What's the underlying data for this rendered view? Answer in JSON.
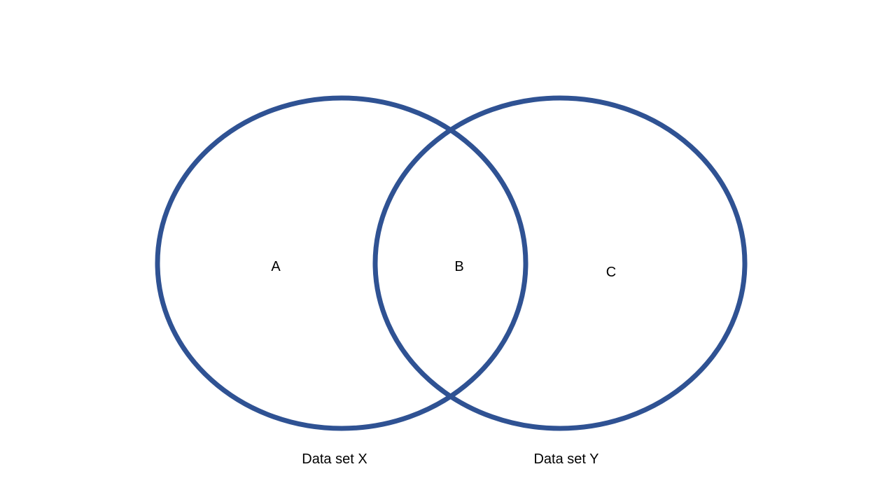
{
  "diagram": {
    "type": "venn",
    "stroke_color": "#2F5293",
    "sets": [
      {
        "caption": "Data set X"
      },
      {
        "caption": "Data set Y"
      }
    ],
    "regions": {
      "left_only": "A",
      "intersection": "B",
      "right_only": "C"
    }
  }
}
